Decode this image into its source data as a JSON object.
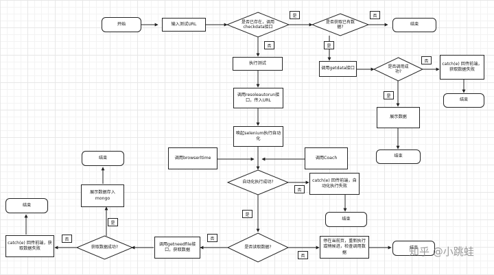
{
  "nodes": {
    "start": "开始",
    "input_url": "输入测试URL",
    "exists_check": "是否已存在，调用checkdata接口",
    "has_data": "是否获取已有数据?",
    "end_top_right": "结束",
    "run_test": "执行测试",
    "call_getdata": "调用getdata接口",
    "call_success": "是否调用成功?",
    "catch_top": "catch(e) 回传前端，获取数据失败",
    "end_catch_top": "结束",
    "call_resoleautorun": "调用resoleautorun接口，传入URL",
    "show_data_right": "展示数据",
    "init_selenium": "唤起selenium执行自动化",
    "end_show_right": "结束",
    "call_browserltime": "调用browserltime",
    "call_coach": "调用Coach",
    "end_store": "结束",
    "auto_success": "自动化执行成功?",
    "catch_auto": "catch(e) 回传前端，自动化执行失败",
    "show_store_mongo": "展示数据存入mongo",
    "end_left": "结束",
    "end_auto_fail": "结束",
    "catch_fetch": "catch(e) 回传前端，获取数据失败",
    "fetch_success": "获取数据成功?",
    "call_getneedfile": "调用getneedfile接口，获取数据",
    "read_ok": "是否读取数据?",
    "stay_page": "停在当前页，重新执行或稍候进，检查调用数据",
    "end_bottom_right": "结束"
  },
  "edge_labels": {
    "yes": "是",
    "no": "否"
  },
  "watermark": "知乎 @小跳蛙"
}
